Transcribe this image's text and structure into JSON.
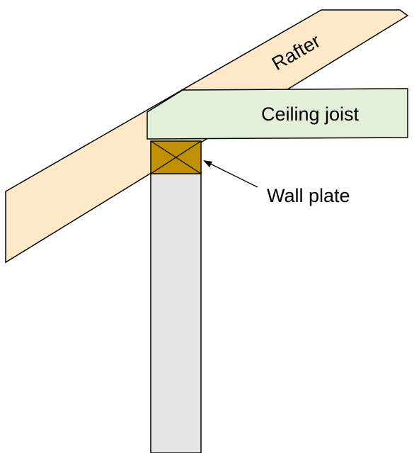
{
  "labels": {
    "rafter": "Rafter",
    "ceiling_joist": "Ceiling joist",
    "wall_plate": "Wall plate"
  },
  "colors": {
    "rafter": "#fde9c7",
    "ceiling_joist": "#e2efd9",
    "wall_plate": "#bf9000",
    "stud": "#e6e6e6",
    "stroke": "#000000"
  }
}
